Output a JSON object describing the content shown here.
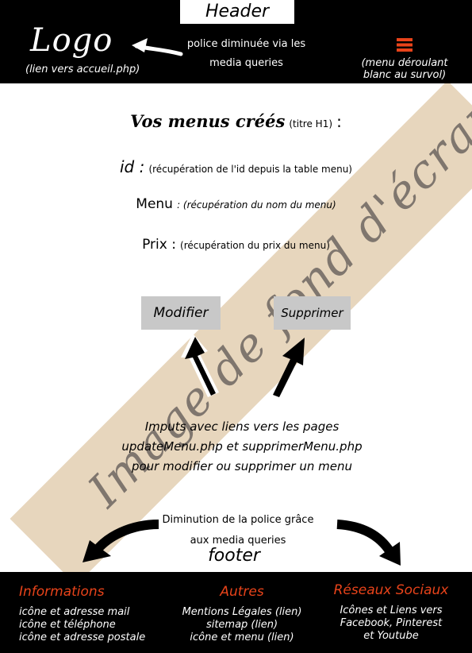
{
  "header": {
    "label": "Header",
    "logo": "Logo",
    "logo_caption": "(lien vers accueil.php)",
    "police_note": "police diminuée via les media queries",
    "menu_note_line1": "(menu déroulant",
    "menu_note_line2": "blanc au survol)",
    "menu_icon": "hamburger-icon",
    "menu_icon_color": "#e8431a"
  },
  "background_label": "Image de fond d'écran",
  "main": {
    "title": "Vos menus créés",
    "title_note": "(titre H1)",
    "title_colon": ":",
    "fields": [
      {
        "label": "id :",
        "value": "(récupération de l'id depuis la table menu)"
      },
      {
        "label": "Menu",
        "value": ": (récupération du nom du menu)"
      },
      {
        "label": "Prix :",
        "value": "(récupération du prix du menu)"
      }
    ],
    "buttons": {
      "modifier": "Modifier",
      "supprimer": "Supprimer"
    },
    "inputs_note": [
      "Imputs avec liens vers les pages",
      "updateMenu.php et supprimerMenu.php",
      "pour modifier ou supprimer un menu"
    ],
    "footer_note": [
      "Diminution de la police grâce",
      "aux media queries"
    ],
    "footer_label": "footer"
  },
  "footer": {
    "columns": [
      {
        "title": "Informations",
        "lines": [
          "icône et adresse mail",
          "icône et téléphone",
          "icône et adresse postale"
        ]
      },
      {
        "title": "Autres",
        "lines": [
          "Mentions Légales (lien)",
          "sitemap (lien)",
          "icône et menu (lien)"
        ]
      },
      {
        "title": "Réseaux Sociaux",
        "lines": [
          "Icônes et Liens vers",
          "Facebook, Pinterest",
          "et Youtube"
        ]
      }
    ],
    "title_color": "#e8431a"
  }
}
